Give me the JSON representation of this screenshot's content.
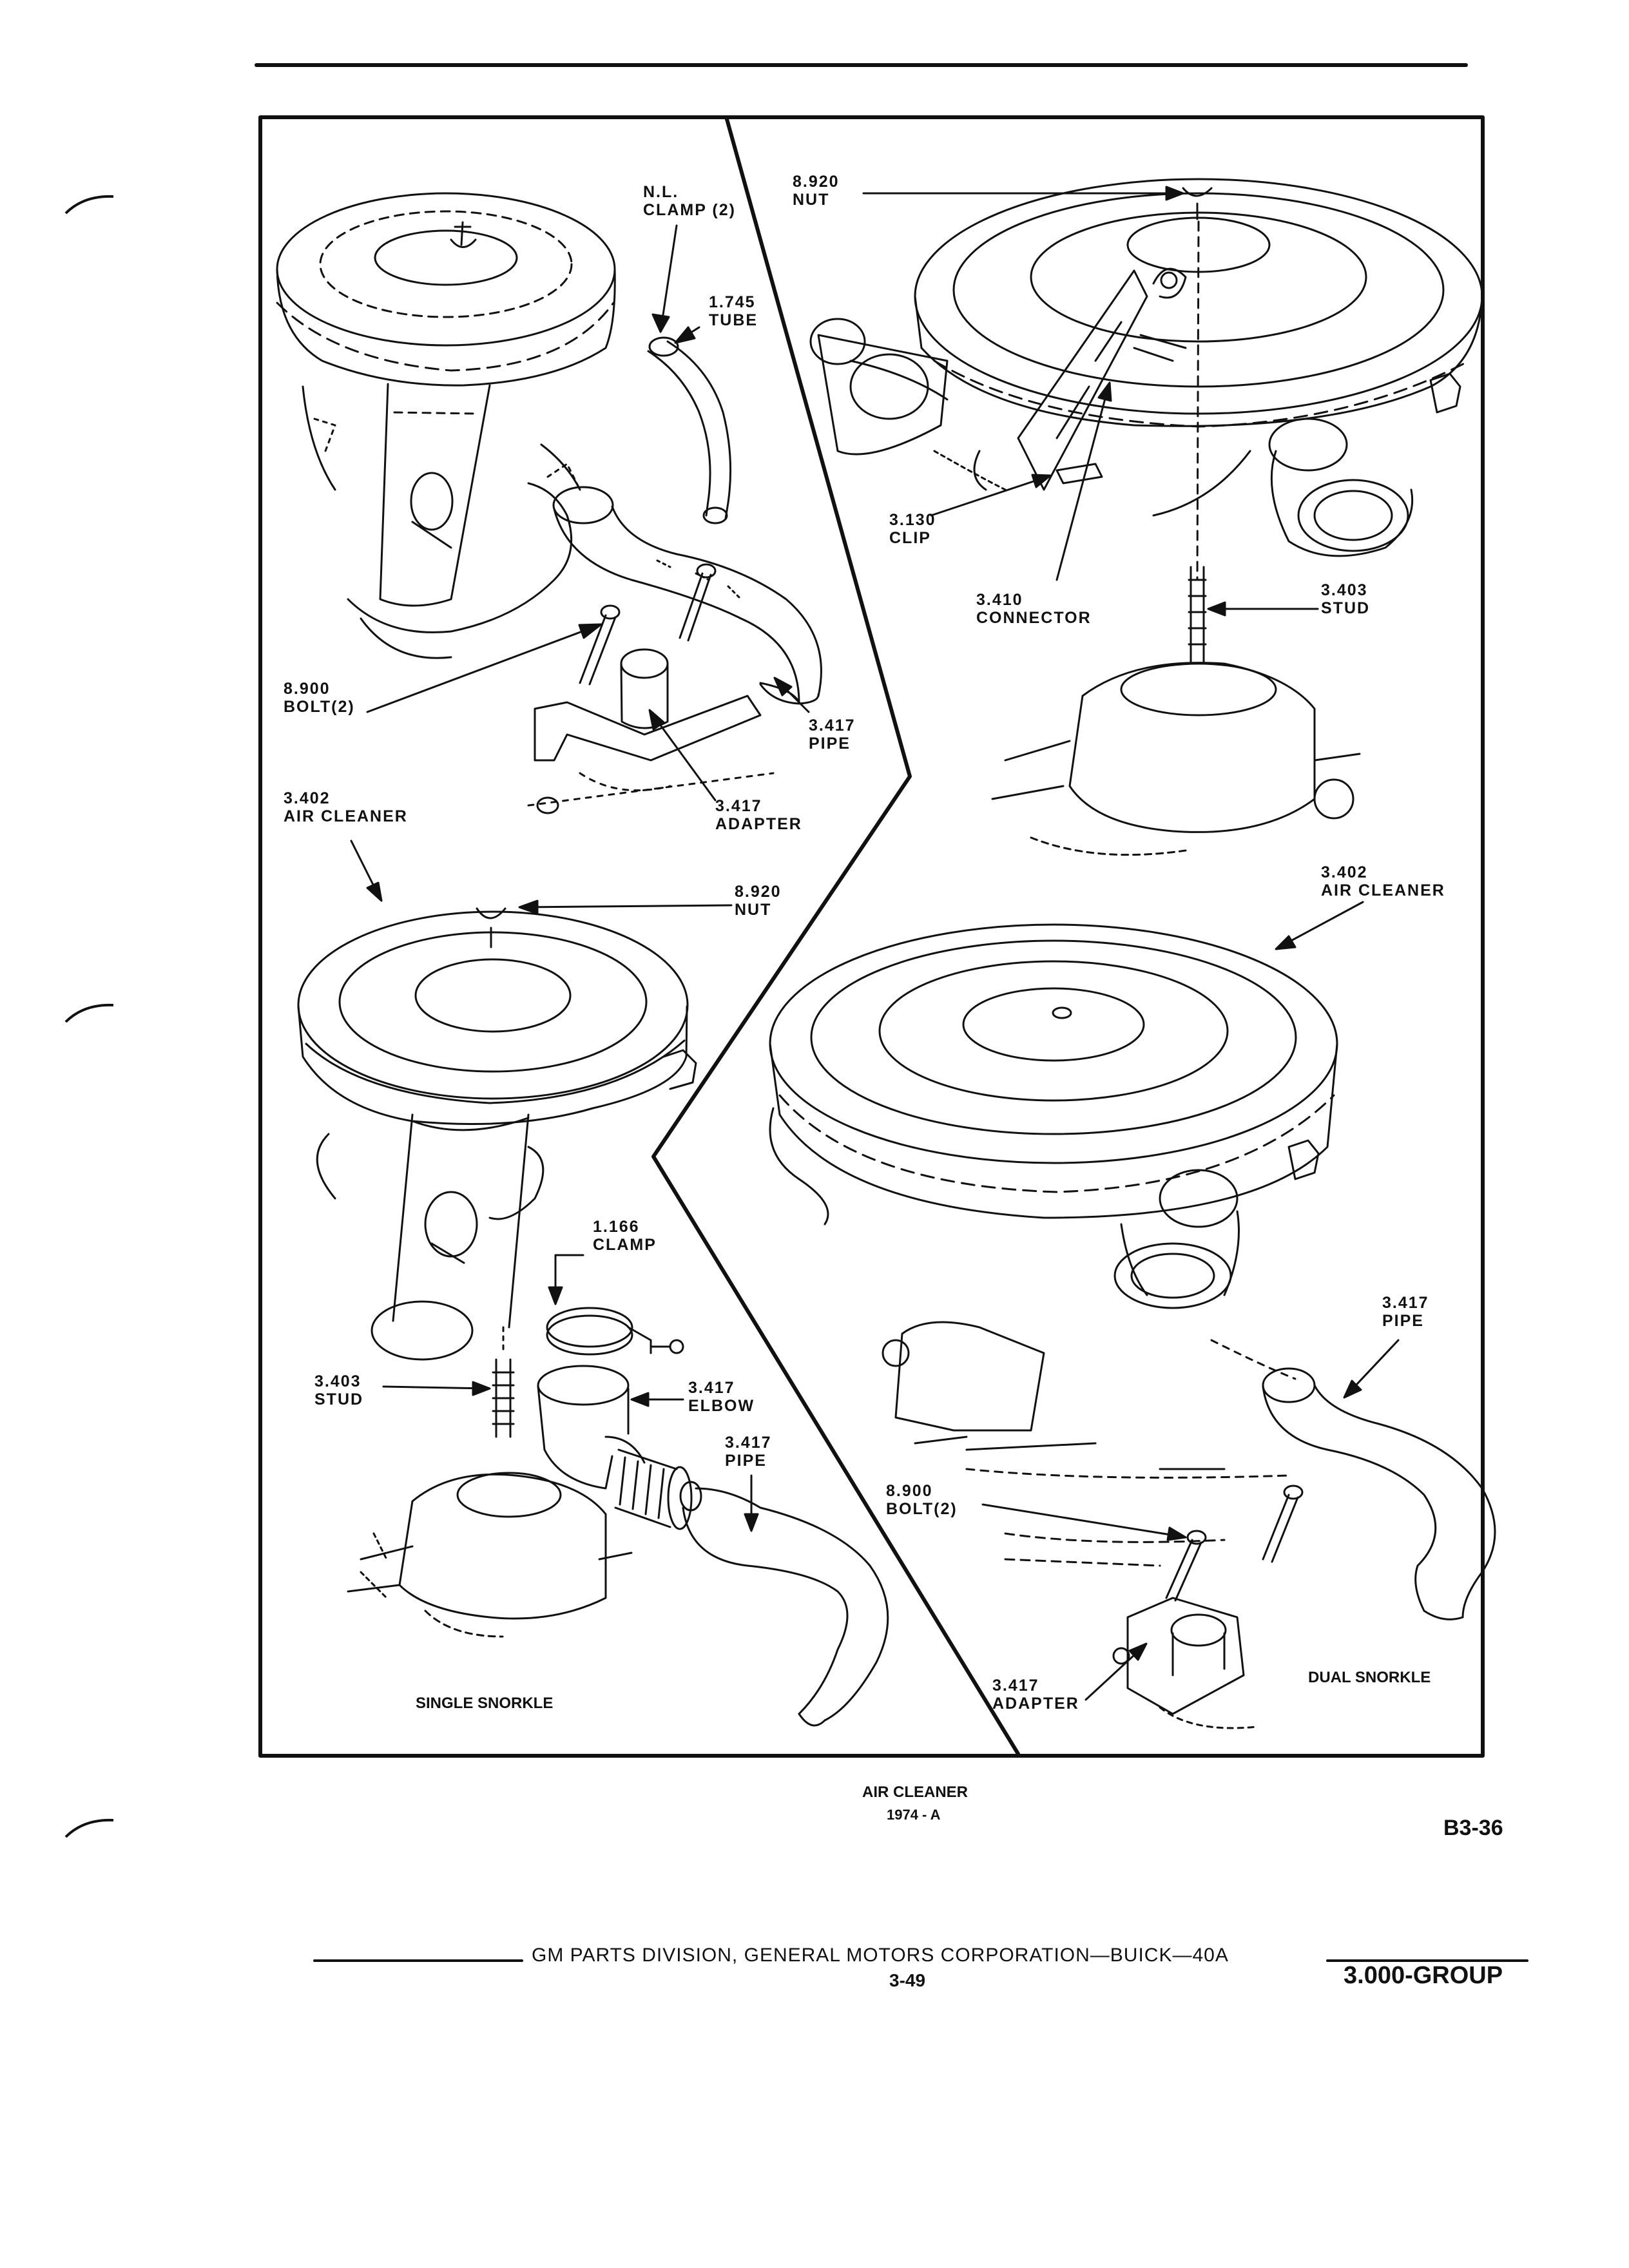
{
  "labels": {
    "nl_clamp": {
      "num": "N.L.",
      "name": "CLAMP (2)"
    },
    "tube_1745": {
      "num": "1.745",
      "name": "TUBE"
    },
    "bolt_8900_left": {
      "num": "8.900",
      "name": "BOLT(2)"
    },
    "pipe_3417_upper": {
      "num": "3.417",
      "name": "PIPE"
    },
    "air_cleaner_left": {
      "num": "3.402",
      "name": "AIR CLEANER"
    },
    "adapter_3417_upper": {
      "num": "3.417",
      "name": "ADAPTER"
    },
    "nut_8920_left": {
      "num": "8.920",
      "name": "NUT"
    },
    "clamp_1166": {
      "num": "1.166",
      "name": "CLAMP"
    },
    "stud_3403_left": {
      "num": "3.403",
      "name": "STUD"
    },
    "elbow_3417": {
      "num": "3.417",
      "name": "ELBOW"
    },
    "pipe_3417_lower": {
      "num": "3.417",
      "name": "PIPE"
    },
    "nut_8920_right": {
      "num": "8.920",
      "name": "NUT"
    },
    "clip_3130": {
      "num": "3.130",
      "name": "CLIP"
    },
    "connector_3410": {
      "num": "3.410",
      "name": "CONNECTOR"
    },
    "stud_3403_right": {
      "num": "3.403",
      "name": "STUD"
    },
    "air_cleaner_right": {
      "num": "3.402",
      "name": "AIR CLEANER"
    },
    "pipe_3417_right": {
      "num": "3.417",
      "name": "PIPE"
    },
    "bolt_8900_right": {
      "num": "8.900",
      "name": "BOLT(2)"
    },
    "adapter_3417_right": {
      "num": "3.417",
      "name": "ADAPTER"
    }
  },
  "captions": {
    "single_snorkle": "SINGLE SNORKLE",
    "dual_snorkle": "DUAL SNORKLE",
    "figure_title": "AIR CLEANER",
    "figure_year": "1974 - A",
    "figure_code": "B3-36"
  },
  "footer": {
    "publisher": "GM PARTS DIVISION, GENERAL MOTORS CORPORATION—BUICK—40A",
    "page_number": "3-49",
    "group": "3.000-GROUP"
  }
}
